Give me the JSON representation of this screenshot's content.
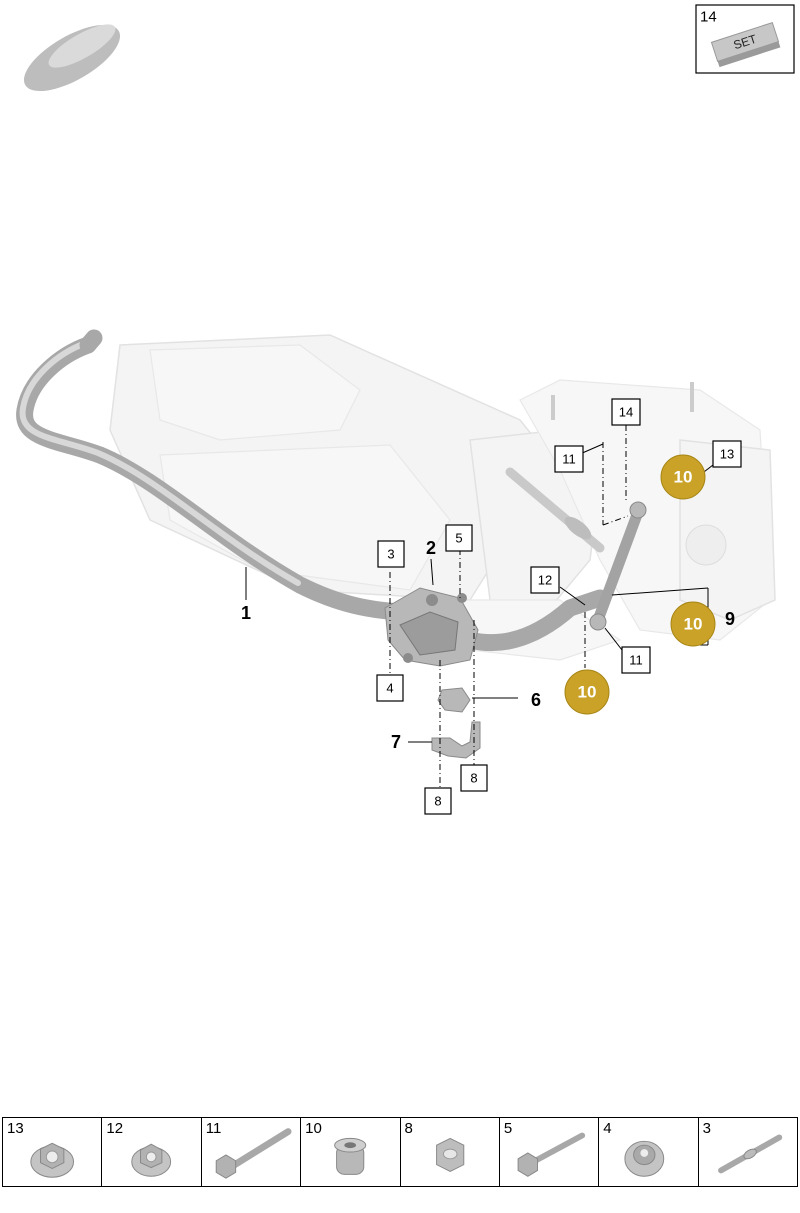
{
  "top_right_box": {
    "number": "14",
    "set_label": "SET"
  },
  "bold_labels": {
    "l1": "1",
    "l2": "2",
    "l6": "6",
    "l7": "7",
    "l9": "9"
  },
  "callouts": {
    "c3": "3",
    "c4": "4",
    "c5": "5",
    "c8a": "8",
    "c8b": "8",
    "c11a": "11",
    "c11b": "11",
    "c12": "12",
    "c13": "13",
    "c14": "14"
  },
  "gold_badges": {
    "g1": "10",
    "g2": "10",
    "g3": "10"
  },
  "gold_color": "#c9a227",
  "parts_strip": [
    {
      "number": "13",
      "icon": "flange-nut-icon"
    },
    {
      "number": "12",
      "icon": "flange-nut-icon"
    },
    {
      "number": "11",
      "icon": "hex-bolt-icon"
    },
    {
      "number": "10",
      "icon": "bushing-icon"
    },
    {
      "number": "8",
      "icon": "hex-nut-icon"
    },
    {
      "number": "5",
      "icon": "hex-bolt-icon"
    },
    {
      "number": "4",
      "icon": "flange-nut-icon"
    },
    {
      "number": "3",
      "icon": "stud-bolt-icon"
    }
  ]
}
